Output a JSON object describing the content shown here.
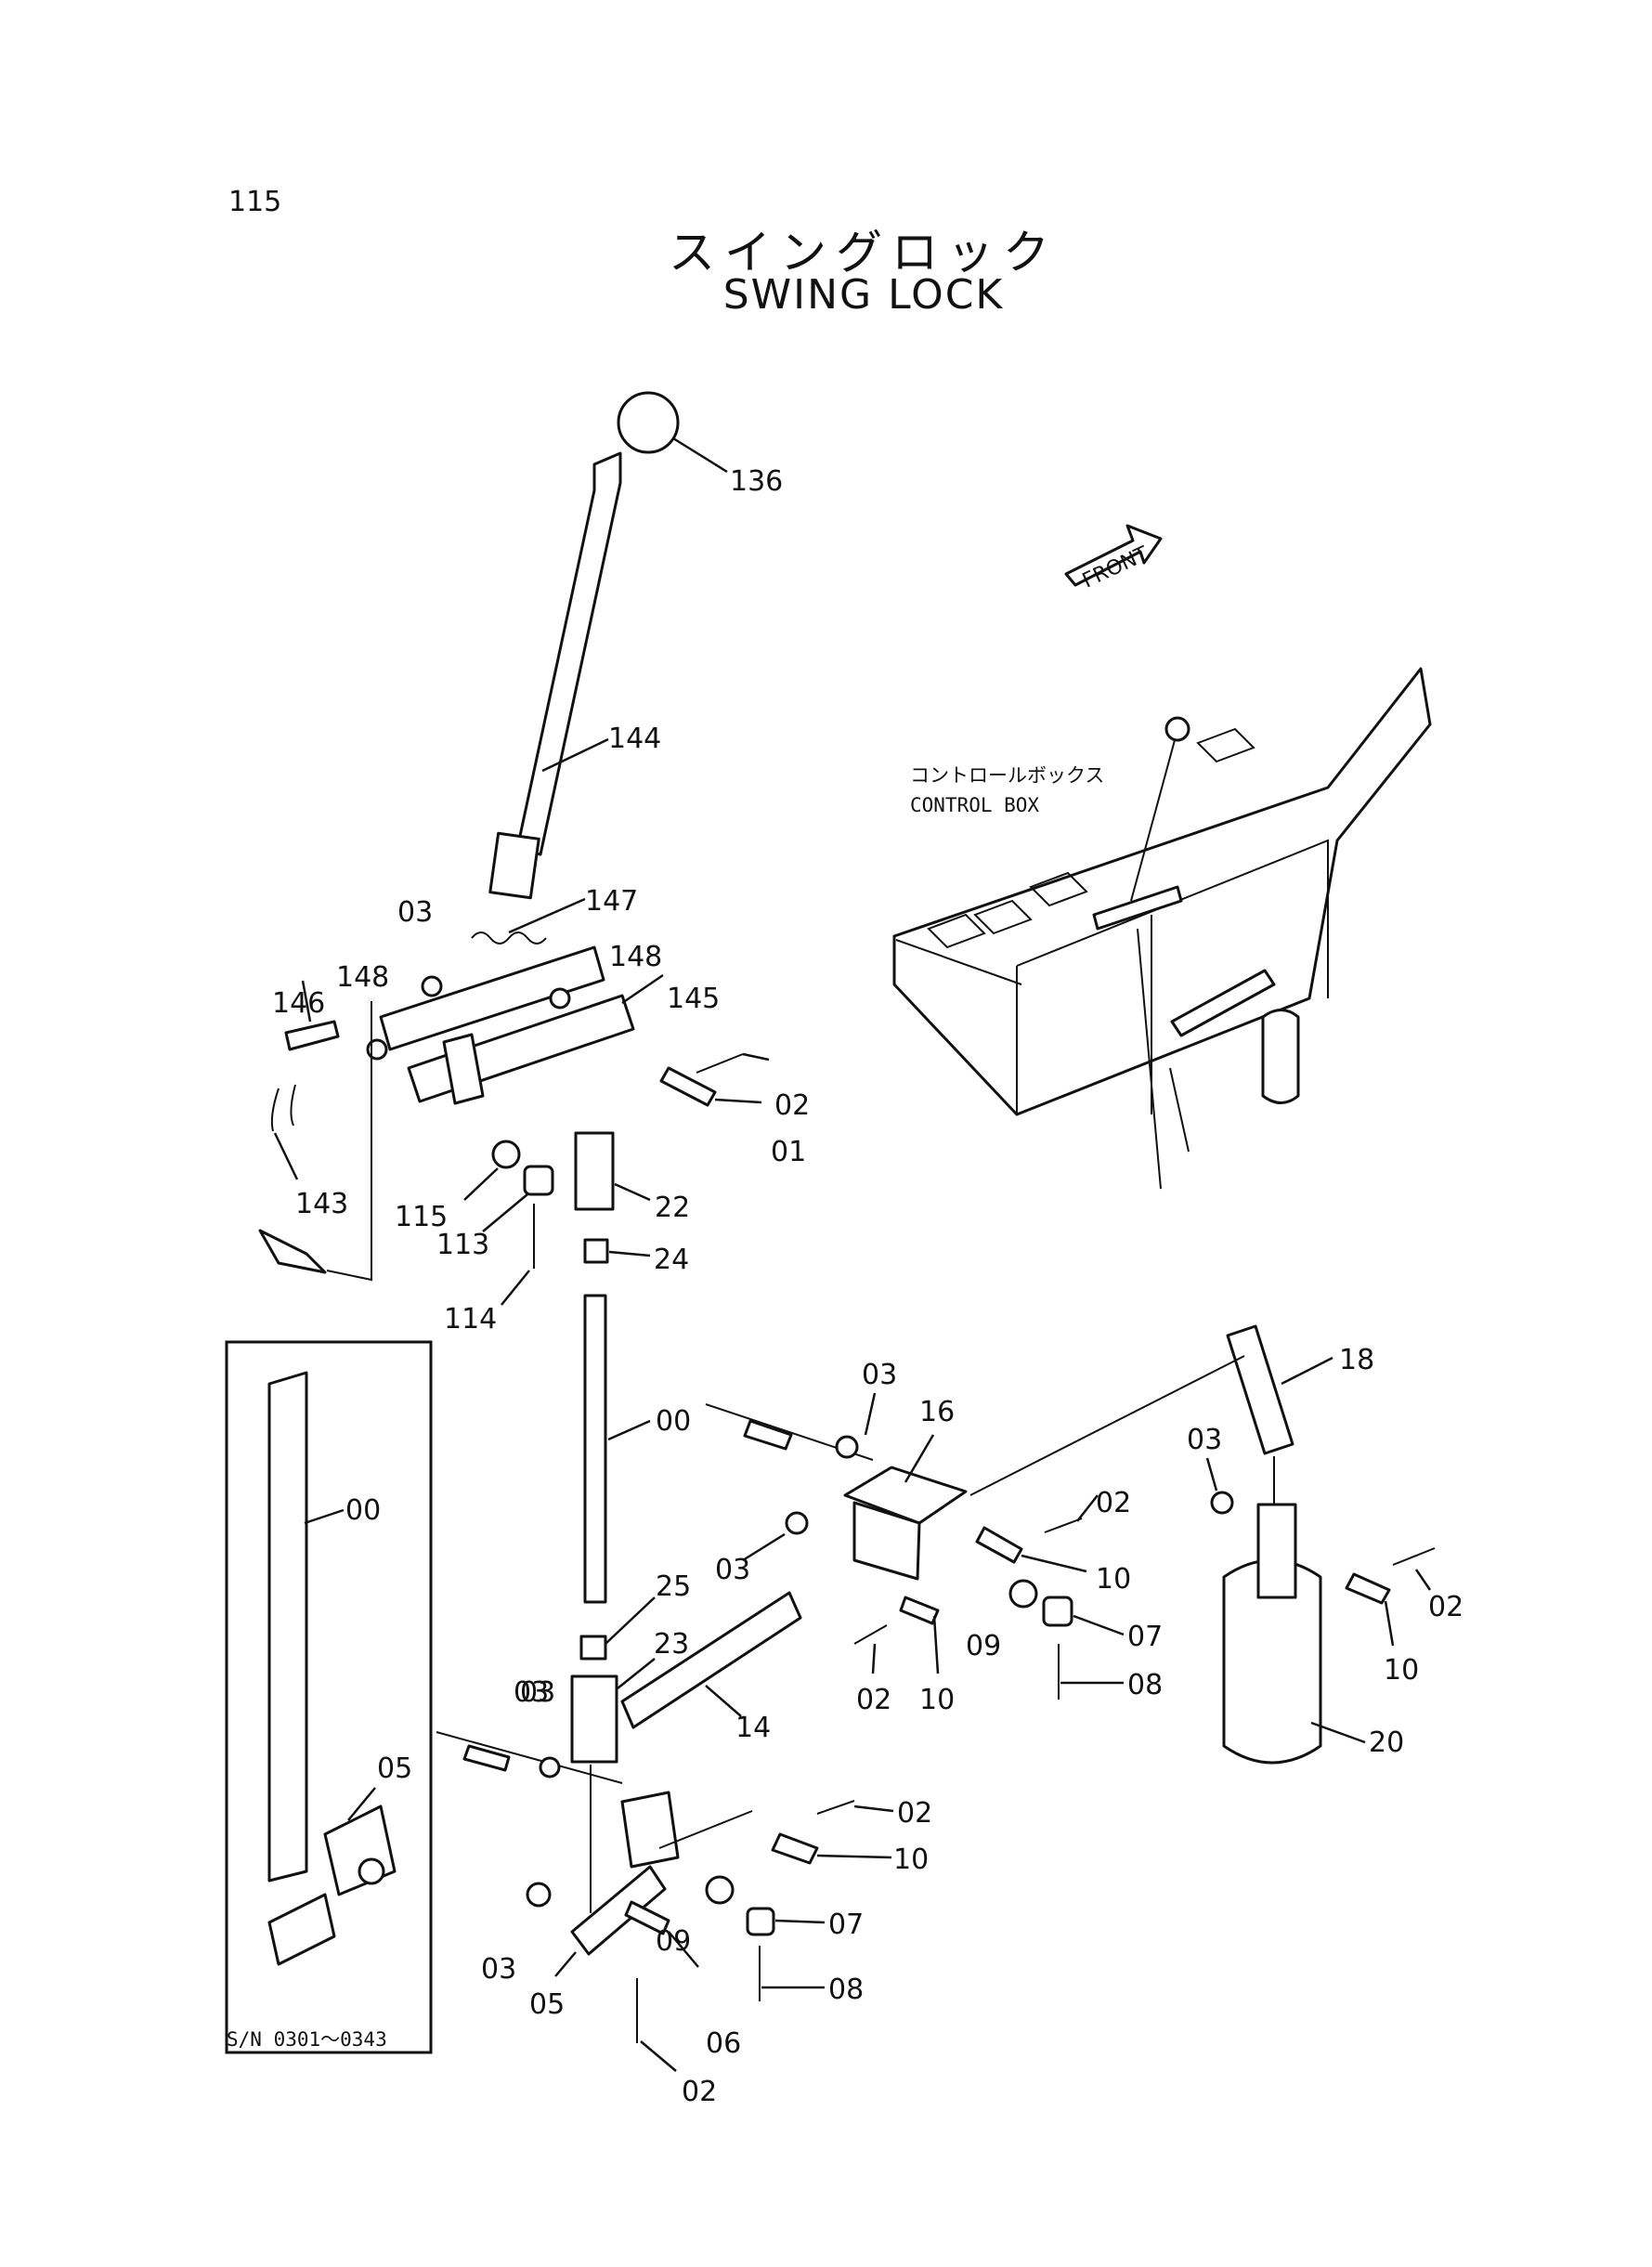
{
  "page_number": "115",
  "title": {
    "japanese": "スイングロック",
    "english": "SWING LOCK"
  },
  "control_box": {
    "label_jp": "コントロールボックス",
    "label_en": "CONTROL BOX"
  },
  "front_arrow": {
    "label": "FRONT"
  },
  "serial_note": "S/N 0301〜0343",
  "part_callouts": [
    "136",
    "144",
    "147",
    "03",
    "148",
    "148",
    "146",
    "145",
    "02",
    "01",
    "143",
    "115",
    "113",
    "22",
    "24",
    "114",
    "00",
    "18",
    "03",
    "16",
    "03",
    "02",
    "10",
    "03",
    "02",
    "10",
    "03",
    "20",
    "09",
    "07",
    "08",
    "02",
    "10",
    "25",
    "23",
    "14",
    "03",
    "00",
    "05",
    "02",
    "10",
    "07",
    "09",
    "03",
    "08",
    "05",
    "06",
    "02"
  ],
  "colors": {
    "ink": "#111111",
    "paper": "#ffffff"
  }
}
